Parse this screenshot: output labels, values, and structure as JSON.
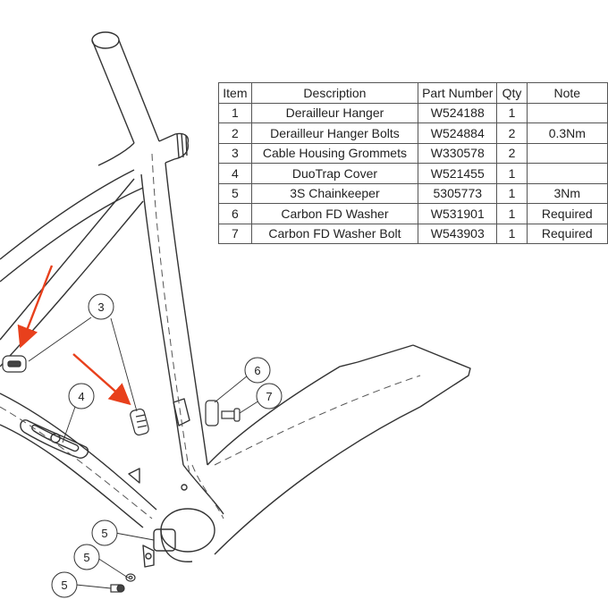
{
  "table": {
    "headers": [
      "Item",
      "Description",
      "Part Number",
      "Qty",
      "Note"
    ],
    "rows": [
      {
        "item": "1",
        "description": "Derailleur Hanger",
        "part": "W524188",
        "qty": "1",
        "note": ""
      },
      {
        "item": "2",
        "description": "Derailleur Hanger Bolts",
        "part": "W524884",
        "qty": "2",
        "note": "0.3Nm"
      },
      {
        "item": "3",
        "description": "Cable Housing Grommets",
        "part": "W330578",
        "qty": "2",
        "note": ""
      },
      {
        "item": "4",
        "description": "DuoTrap Cover",
        "part": "W521455",
        "qty": "1",
        "note": ""
      },
      {
        "item": "5",
        "description": "3S Chainkeeper",
        "part": "5305773",
        "qty": "1",
        "note": "3Nm"
      },
      {
        "item": "6",
        "description": "Carbon FD Washer",
        "part": "W531901",
        "qty": "1",
        "note": "Required"
      },
      {
        "item": "7",
        "description": "Carbon FD Washer Bolt",
        "part": "W543903",
        "qty": "1",
        "note": "Required"
      }
    ]
  },
  "callouts": {
    "c3": "3",
    "c4": "4",
    "c5a": "5",
    "c5b": "5",
    "c5c": "5",
    "c6": "6",
    "c7": "7"
  },
  "colors": {
    "line": "#333333",
    "arrow": "#e8401c",
    "dash": "#555555"
  }
}
